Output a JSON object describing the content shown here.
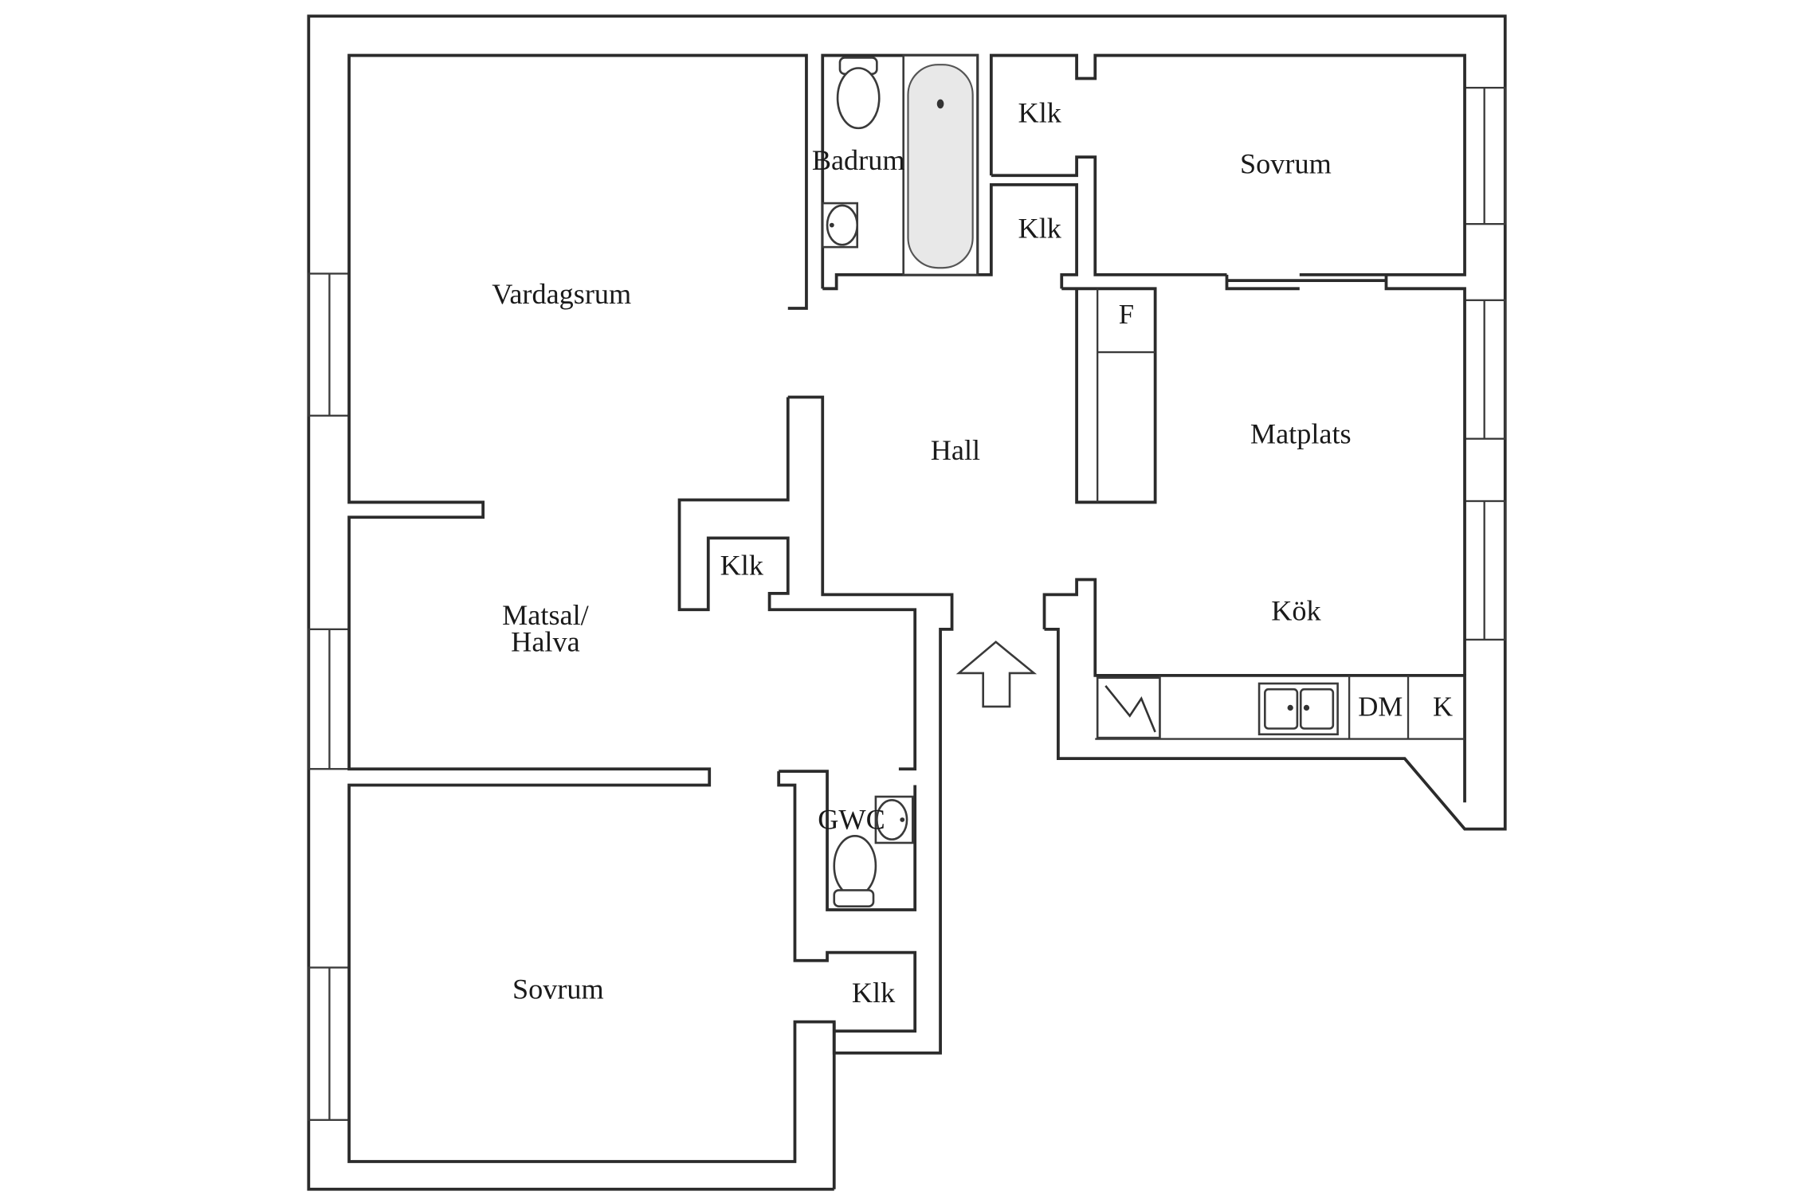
{
  "rooms": {
    "vardagsrum": "Vardagsrum",
    "badrum": "Badrum",
    "klk_top_1": "Klk",
    "klk_top_2": "Klk",
    "sovrum_top": "Sovrum",
    "hall": "Hall",
    "matplats": "Matplats",
    "kok": "Kök",
    "klk_mid": "Klk",
    "matsal_line1": "Matsal/",
    "matsal_line2": "Halva",
    "gwc": "GWC",
    "sovrum_bottom": "Sovrum",
    "klk_bottom": "Klk"
  },
  "fixtures": {
    "fridge": "F",
    "dishwasher": "DM",
    "freezer": "K"
  },
  "icons": {
    "entrance": "entrance-arrow-icon",
    "stove": "stove-icon",
    "sink": "kitchen-sink-icon",
    "bathtub": "bathtub-icon",
    "toilet": "toilet-icon",
    "washbasin": "washbasin-icon"
  }
}
